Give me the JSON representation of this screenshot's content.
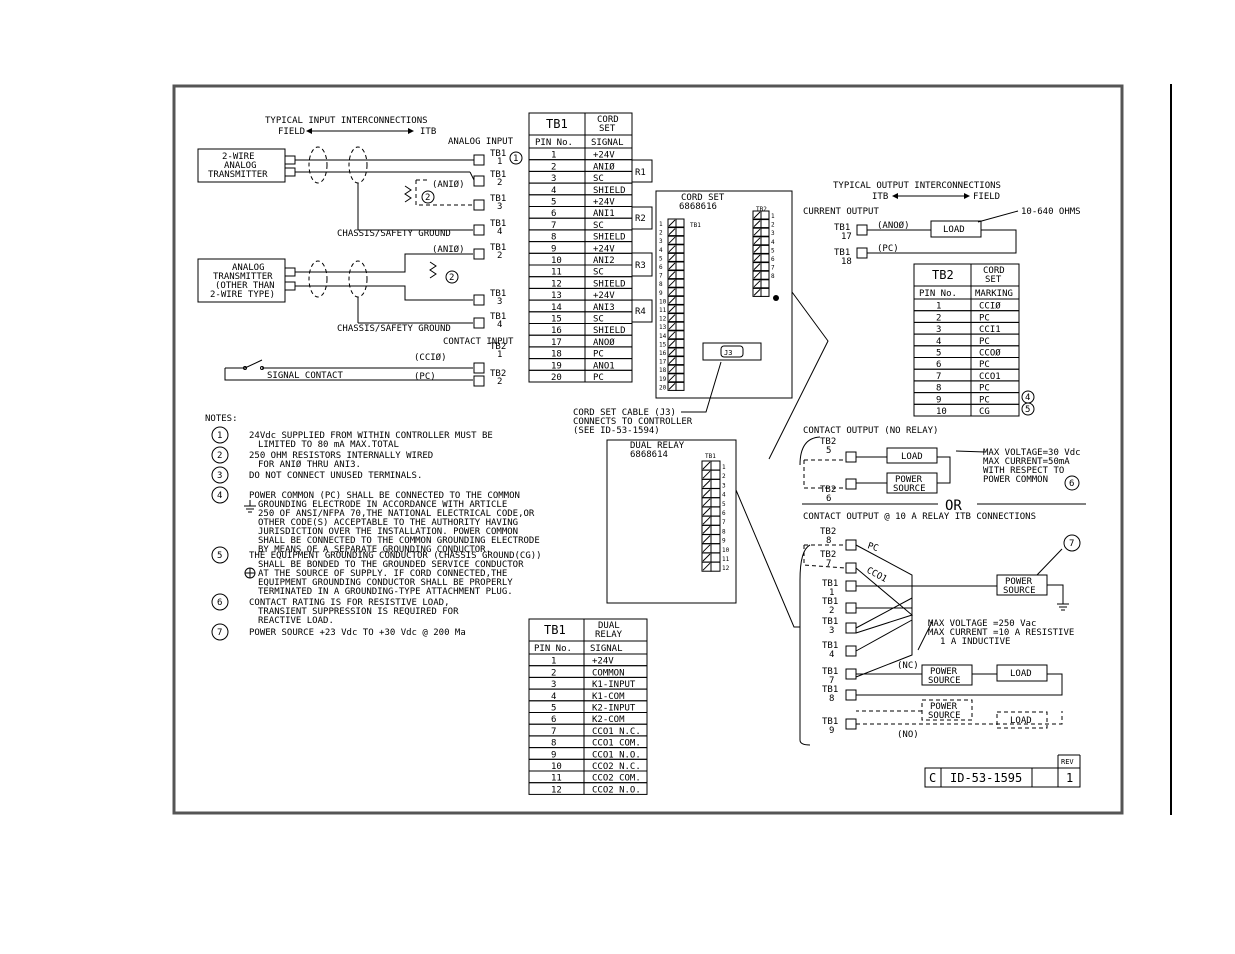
{
  "input": {
    "title": "TYPICAL INPUT INTERCONNECTIONS",
    "field": "FIELD",
    "itb": "ITB",
    "analog_input": "ANALOG INPUT",
    "contact_input": "CONTACT INPUT",
    "two_wire_lines": [
      "2-WIRE",
      "ANALOG",
      "TRANSMITTER"
    ],
    "other_lines": [
      "ANALOG",
      "TRANSMITTER",
      "(OTHER THAN",
      "2-WIRE TYPE)"
    ],
    "an0": "(ANIØ)",
    "an1": "(ANIØ)",
    "chassis": "CHASSIS/SAFETY GROUND",
    "cc10": "(CCIØ)",
    "pc": "(PC)",
    "signal_contact": "SIGNAL CONTACT",
    "tb_labels": [
      [
        "TB1",
        "1"
      ],
      [
        "TB1",
        "2"
      ],
      [
        "TB1",
        "3"
      ],
      [
        "TB1",
        "4"
      ],
      [
        "TB1",
        "2"
      ],
      [
        "TB1",
        "3"
      ],
      [
        "TB1",
        "4"
      ],
      [
        "TB2",
        "1"
      ],
      [
        "TB2",
        "2"
      ]
    ]
  },
  "tb1_cord": {
    "title": "TB1",
    "cord_lines": [
      "CORD",
      "SET"
    ],
    "col_pin": "PIN No.",
    "col_signal": "SIGNAL",
    "rows": [
      [
        "1",
        "+24V"
      ],
      [
        "2",
        "ANIØ"
      ],
      [
        "3",
        "SC"
      ],
      [
        "4",
        "SHIELD"
      ],
      [
        "5",
        "+24V"
      ],
      [
        "6",
        "ANI1"
      ],
      [
        "7",
        "SC"
      ],
      [
        "8",
        "SHIELD"
      ],
      [
        "9",
        "+24V"
      ],
      [
        "10",
        "ANI2"
      ],
      [
        "11",
        "SC"
      ],
      [
        "12",
        "SHIELD"
      ],
      [
        "13",
        "+24V"
      ],
      [
        "14",
        "ANI3"
      ],
      [
        "15",
        "SC"
      ],
      [
        "16",
        "SHIELD"
      ],
      [
        "17",
        "ANOØ"
      ],
      [
        "18",
        "PC"
      ],
      [
        "19",
        "ANO1"
      ],
      [
        "20",
        "PC"
      ]
    ],
    "resistors": [
      "R1",
      "R2",
      "R3",
      "R4"
    ]
  },
  "cord_set": {
    "title": "CORD SET",
    "number": "6868616",
    "tb1": "TB1",
    "tb2": "TB2",
    "j3": "J3",
    "cable_lines": [
      "CORD SET CABLE (J3)",
      "CONNECTS TO CONTROLLER",
      "(SEE ID-53-1594)"
    ]
  },
  "dual_relay_box": {
    "title": "DUAL RELAY",
    "number": "6868614",
    "tb1": "TB1"
  },
  "output": {
    "title": "TYPICAL OUTPUT INTERCONNECTIONS",
    "itb": "ITB",
    "field": "FIELD",
    "current_output": "CURRENT OUTPUT",
    "tb17": [
      "TB1",
      "17"
    ],
    "tb18": [
      "TB1",
      "18"
    ],
    "ano0": "(ANOØ)",
    "pc": "(PC)",
    "load": "LOAD",
    "ohms": "10-640 OHMS"
  },
  "tb2_cord": {
    "title": "TB2",
    "cord_lines": [
      "CORD",
      "SET"
    ],
    "col_pin": "PIN No.",
    "col_marking": "MARKING",
    "rows": [
      [
        "1",
        "CCIØ"
      ],
      [
        "2",
        "PC"
      ],
      [
        "3",
        "CCI1"
      ],
      [
        "4",
        "PC"
      ],
      [
        "5",
        "CCOØ"
      ],
      [
        "6",
        "PC"
      ],
      [
        "7",
        "CCO1"
      ],
      [
        "8",
        "PC"
      ],
      [
        "9",
        "PC"
      ],
      [
        "10",
        "CG"
      ]
    ],
    "note_refs": [
      "4",
      "5"
    ]
  },
  "contact_no_relay": {
    "title": "CONTACT OUTPUT (NO RELAY)",
    "tb2_5": [
      "TB2",
      "5"
    ],
    "tb2_6": [
      "TB2",
      "6"
    ],
    "load": "LOAD",
    "power_source": [
      "POWER",
      "SOURCE"
    ],
    "limits": [
      "MAX VOLTAGE=30 Vdc",
      "MAX CURRENT=50mA",
      "WITH RESPECT TO",
      "POWER COMMON"
    ],
    "note_ref": "6",
    "or": "OR"
  },
  "contact_relay": {
    "title": "CONTACT OUTPUT @ 10 A RELAY ITB CONNECTIONS",
    "tb2_8": [
      "TB2",
      "8"
    ],
    "tb2_7": [
      "TB2",
      "7"
    ],
    "pc": "PC",
    "cco1": "CCO1",
    "tb1_labels": [
      [
        "TB1",
        "1"
      ],
      [
        "TB1",
        "2"
      ],
      [
        "TB1",
        "3"
      ],
      [
        "TB1",
        "4"
      ],
      [
        "TB1",
        "7"
      ],
      [
        "TB1",
        "8"
      ],
      [
        "TB1",
        "9"
      ]
    ],
    "power_source": [
      "POWER",
      "SOURCE"
    ],
    "load": "LOAD",
    "note_ref": "7",
    "limits": [
      "MAX VOLTAGE =250 Vac",
      "MAX CURRENT =10 A RESISTIVE",
      "1 A INDUCTIVE"
    ],
    "nc": "(NC)",
    "no": "(NO)"
  },
  "notes": {
    "title": "NOTES:",
    "items": [
      {
        "num": "1",
        "lines": [
          "24Vdc SUPPLIED FROM WITHIN CONTROLLER MUST BE",
          "LIMITED TO 80 mA MAX.TOTAL"
        ]
      },
      {
        "num": "2",
        "lines": [
          "250 OHM RESISTORS INTERNALLY WIRED",
          "FOR ANIØ THRU ANI3."
        ]
      },
      {
        "num": "3",
        "lines": [
          "DO NOT CONNECT UNUSED TERMINALS."
        ]
      },
      {
        "num": "4",
        "lines": [
          "POWER COMMON (PC) SHALL BE CONNECTED TO THE COMMON",
          "GROUNDING ELECTRODE IN ACCORDANCE WITH ARTICLE",
          "250 OF ANSI/NFPA 70,THE NATIONAL ELECTRICAL CODE,OR",
          "OTHER CODE(S) ACCEPTABLE TO THE AUTHORITY HAVING",
          "JURISDICTION OVER THE INSTALLATION. POWER COMMON",
          "SHALL BE CONNECTED TO THE COMMON GROUNDING ELECTRODE",
          "BY MEANS OF A SEPARATE GROUNDING CONDUCTOR."
        ]
      },
      {
        "num": "5",
        "lines": [
          "THE EQUIPMENT GROUNDING CONDUCTOR (CHASSIS GROUND(CG))",
          "SHALL BE BONDED TO THE GROUNDED SERVICE CONDUCTOR",
          "AT THE SOURCE OF SUPPLY. IF CORD CONNECTED,THE",
          "EQUIPMENT GROUNDING CONDUCTOR SHALL BE PROPERLY",
          "TERMINATED IN A GROUNDING-TYPE ATTACHMENT PLUG."
        ]
      },
      {
        "num": "6",
        "lines": [
          "CONTACT RATING IS FOR RESISTIVE LOAD,",
          "TRANSIENT SUPPRESSION IS REQUIRED FOR",
          "REACTIVE LOAD."
        ]
      },
      {
        "num": "7",
        "lines": [
          "POWER SOURCE +23 Vdc TO +30 Vdc @ 200 Ma"
        ]
      }
    ]
  },
  "tb1_relay": {
    "title": "TB1",
    "relay_lines": [
      "DUAL",
      "RELAY"
    ],
    "col_pin": "PIN No.",
    "col_signal": "SIGNAL",
    "rows": [
      [
        "1",
        "+24V"
      ],
      [
        "2",
        "COMMON"
      ],
      [
        "3",
        "K1-INPUT"
      ],
      [
        "4",
        "K1-COM"
      ],
      [
        "5",
        "K2-INPUT"
      ],
      [
        "6",
        "K2-COM"
      ],
      [
        "7",
        "CCO1 N.C."
      ],
      [
        "8",
        "CCO1 COM."
      ],
      [
        "9",
        "CCO1 N.O."
      ],
      [
        "10",
        "CCO2 N.C."
      ],
      [
        "11",
        "CCO2 COM."
      ],
      [
        "12",
        "CCO2 N.O."
      ]
    ]
  },
  "title_block": {
    "size": "C",
    "doc": "ID-53-1595",
    "rev_label": "REV",
    "rev": "1"
  }
}
